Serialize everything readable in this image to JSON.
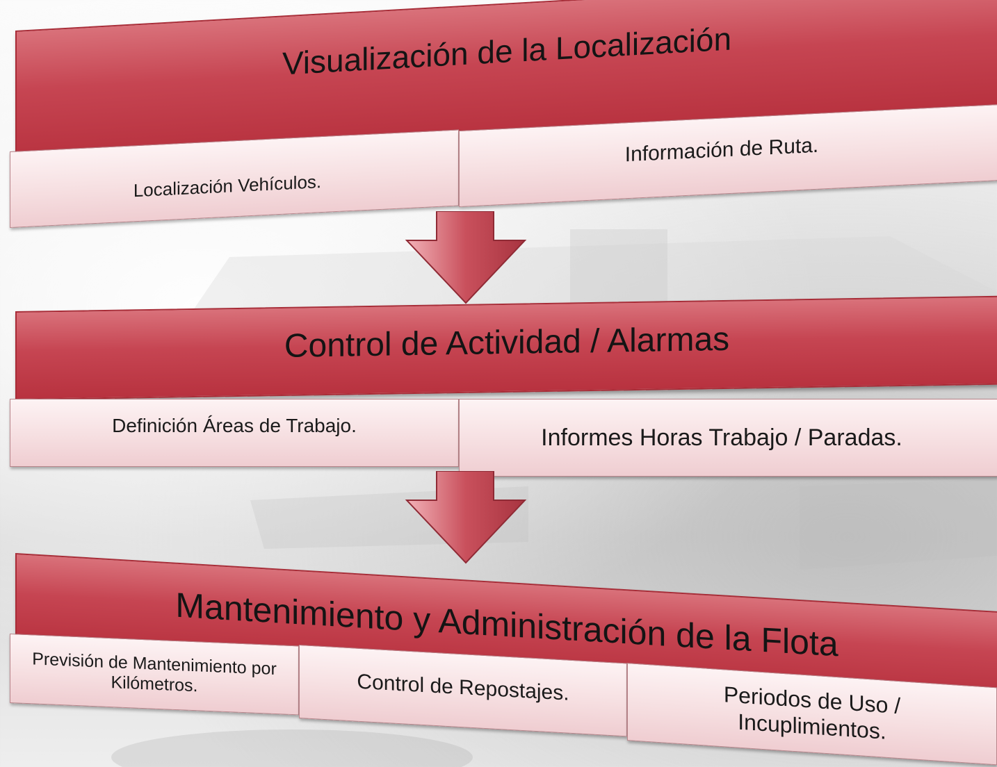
{
  "colors": {
    "header_fill": "#c64552",
    "header_border": "#a82c37",
    "cell_fill": "#f6dfe1",
    "arrow_fill": "#c9505c"
  },
  "sections": [
    {
      "title": "Visualización de la Localización",
      "items": [
        "Localización Vehículos.",
        "Información de Ruta."
      ]
    },
    {
      "title": "Control de Actividad / Alarmas",
      "items": [
        "Definición Áreas de Trabajo.",
        "Informes Horas Trabajo / Paradas."
      ]
    },
    {
      "title": "Mantenimiento y Administración de la Flota",
      "items": [
        "Previsión de Mantenimiento por Kilómetros.",
        "Control de Repostajes.",
        "Periodos de Uso / Incuplimientos."
      ]
    }
  ],
  "arrows": [
    {
      "icon": "arrow-down-icon"
    },
    {
      "icon": "arrow-down-icon"
    }
  ]
}
